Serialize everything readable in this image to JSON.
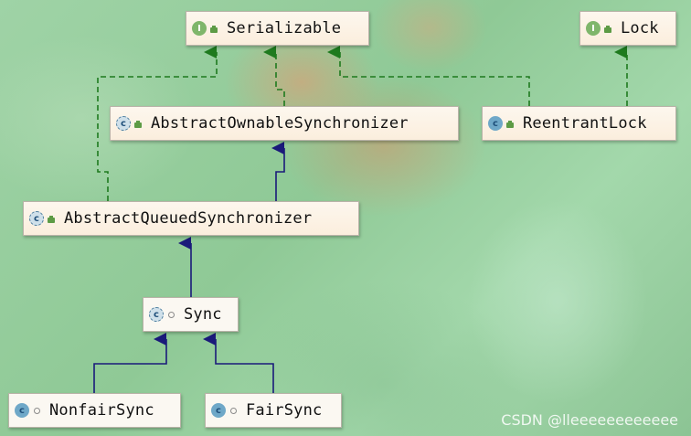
{
  "nodes": {
    "serializable": {
      "label": "Serializable",
      "kind": "I"
    },
    "lock": {
      "label": "Lock",
      "kind": "I"
    },
    "aos": {
      "label": "AbstractOwnableSynchronizer",
      "kind": "C"
    },
    "reentrant": {
      "label": "ReentrantLock",
      "kind": "C"
    },
    "aqs": {
      "label": "AbstractQueuedSynchronizer",
      "kind": "C"
    },
    "sync": {
      "label": "Sync",
      "kind": "C"
    },
    "nonfair": {
      "label": "NonfairSync",
      "kind": "C"
    },
    "fair": {
      "label": "FairSync",
      "kind": "C"
    }
  },
  "edges": [
    {
      "from": "aos",
      "to": "serializable",
      "type": "implements"
    },
    {
      "from": "aqs",
      "to": "serializable",
      "type": "implements"
    },
    {
      "from": "reentrant",
      "to": "serializable",
      "type": "implements"
    },
    {
      "from": "reentrant",
      "to": "lock",
      "type": "implements"
    },
    {
      "from": "aqs",
      "to": "aos",
      "type": "extends"
    },
    {
      "from": "sync",
      "to": "aqs",
      "type": "extends"
    },
    {
      "from": "nonfair",
      "to": "sync",
      "type": "extends"
    },
    {
      "from": "fair",
      "to": "sync",
      "type": "extends"
    }
  ],
  "colors": {
    "implements_edge": "#1e7a1e",
    "extends_edge": "#1a1a7a",
    "interface_badge": "#7fb66b",
    "class_badge": "#6fa8c8"
  },
  "watermark": "CSDN @lleeeeeeeeeeee"
}
